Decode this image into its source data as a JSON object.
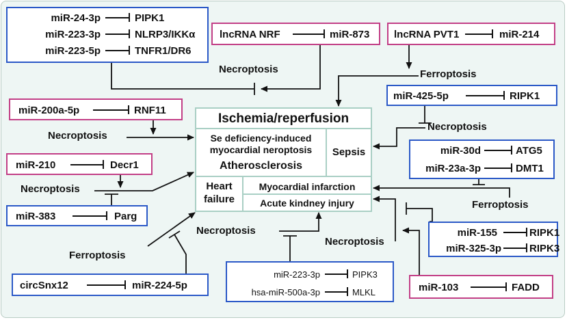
{
  "center": {
    "title": "Ischemia/reperfusion",
    "se_line1": "Se deficiency-induced",
    "se_line2": "myocardial neroptosis",
    "atherosclerosis": "Atherosclerosis",
    "sepsis": "Sepsis",
    "heart_line1": "Heart",
    "heart_line2": "failure",
    "mi": "Myocardial infarction",
    "aki": "Acute kindney injury"
  },
  "boxes": {
    "top_left": [
      {
        "mirna": "miR-24-3p",
        "target": "PIPK1"
      },
      {
        "mirna": "miR-223-3p",
        "target": "NLRP3/IKKα"
      },
      {
        "mirna": "miR-223-5p",
        "target": "TNFR1/DR6"
      }
    ],
    "nrf": {
      "lnc": "lncRNA NRF",
      "mirna": "miR-873"
    },
    "pvt1": {
      "lnc": "lncRNA PVT1",
      "mirna": "miR-214"
    },
    "mir200": {
      "mirna": "miR-200a-5p",
      "target": "RNF11"
    },
    "mir425": {
      "mirna": "miR-425-5p",
      "target": "RIPK1"
    },
    "mir30d_box": [
      {
        "mirna": "miR-30d",
        "target": "ATG5"
      },
      {
        "mirna": "miR-23a-3p",
        "target": "DMT1"
      }
    ],
    "mir210": {
      "mirna": "miR-210",
      "target": "Decr1"
    },
    "mir383": {
      "mirna": "miR-383",
      "target": "Parg"
    },
    "mir155_box": [
      {
        "mirna": "miR-155",
        "target": "RIPK1"
      },
      {
        "mirna": "miR-325-3p",
        "target": "RIPK3"
      }
    ],
    "circ": {
      "circ": "circSnx12",
      "mirna": "miR-224-5p"
    },
    "mir223_box": [
      {
        "mirna": "miR-223-3p",
        "target": "PIPK3"
      },
      {
        "mirna": "hsa-miR-500a-3p",
        "target": "MLKL"
      }
    ],
    "mir103": {
      "mirna": "miR-103",
      "target": "FADD"
    }
  },
  "labels": {
    "necroptosis_top": "Necroptosis",
    "ferroptosis_top_right": "Ferroptosis",
    "necroptosis_left_upper": "Necroptosis",
    "necroptosis_right_upper": "Necroptosis",
    "necroptosis_left_lower": "Necroptosis",
    "ferroptosis_right_lower": "Ferroptosis",
    "necroptosis_bottom_center": "Necroptosis",
    "necroptosis_bottom_right": "Necroptosis",
    "ferroptosis_bottom_left": "Ferroptosis"
  },
  "colors": {
    "blue_border": "#2a58c7",
    "pink_border": "#c23e86",
    "background": "#eef6f4",
    "center_border": "#a9cfc4"
  }
}
